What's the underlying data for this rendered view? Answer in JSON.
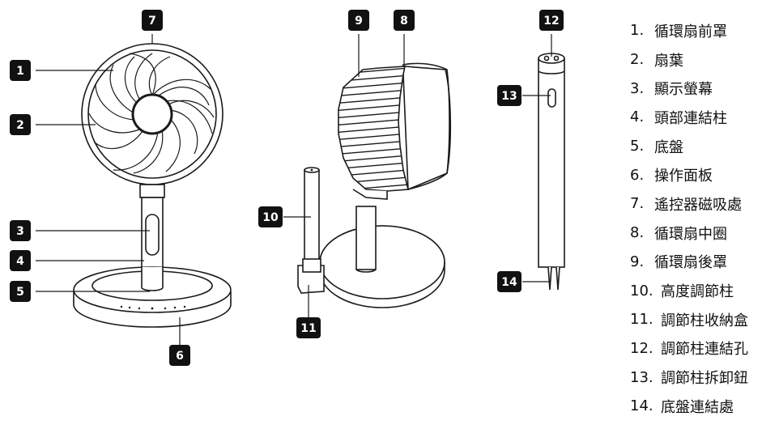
{
  "callouts": {
    "c1": "1",
    "c2": "2",
    "c3": "3",
    "c4": "4",
    "c5": "5",
    "c6": "6",
    "c7": "7",
    "c8": "8",
    "c9": "9",
    "c10": "10",
    "c11": "11",
    "c12": "12",
    "c13": "13",
    "c14": "14"
  },
  "legend": [
    {
      "num": "1.",
      "label": "循環扇前罩"
    },
    {
      "num": "2.",
      "label": "扇葉"
    },
    {
      "num": "3.",
      "label": "顯示螢幕"
    },
    {
      "num": "4.",
      "label": "頭部連結柱"
    },
    {
      "num": "5.",
      "label": "底盤"
    },
    {
      "num": "6.",
      "label": "操作面板"
    },
    {
      "num": "7.",
      "label": "遙控器磁吸處"
    },
    {
      "num": "8.",
      "label": "循環扇中圈"
    },
    {
      "num": "9.",
      "label": "循環扇後罩"
    },
    {
      "num": "10.",
      "label": "高度調節柱"
    },
    {
      "num": "11.",
      "label": "調節柱收納盒"
    },
    {
      "num": "12.",
      "label": "調節柱連結孔"
    },
    {
      "num": "13.",
      "label": "調節柱拆卸鈕"
    },
    {
      "num": "14.",
      "label": "底盤連結處"
    }
  ],
  "colors": {
    "line": "#1a1a1a",
    "badge": "#111111",
    "panel": "#eaeaea"
  }
}
